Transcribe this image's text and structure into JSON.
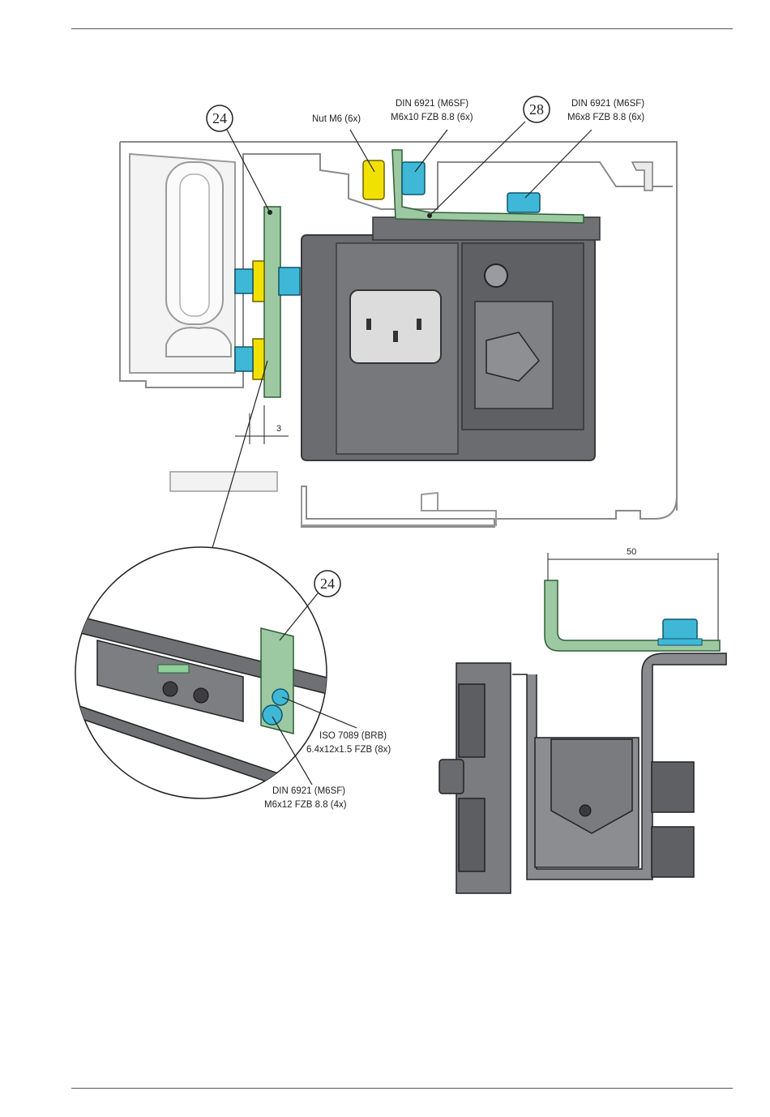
{
  "callouts": {
    "c24_top": "24",
    "c28": "28",
    "c24_detail": "24"
  },
  "labels": {
    "nut_m6": "Nut M6 (6x)",
    "din_m6x10_l1": "DIN 6921 (M6SF)",
    "din_m6x10_l2": "M6x10 FZB 8.8 (6x)",
    "din_m6x8_l1": "DIN 6921 (M6SF)",
    "din_m6x8_l2": "M6x8 FZB 8.8 (6x)",
    "iso_l1": "ISO 7089 (BRB)",
    "iso_l2": "6.4x12x1.5 FZB (8x)",
    "din_m6x12_l1": "DIN 6921 (M6SF)",
    "din_m6x12_l2": "M6x12 FZB 8.8 (4x)"
  },
  "dimensions": {
    "gap": "3",
    "width": "50"
  },
  "colors": {
    "bracket_green": "#9cc9a2",
    "bolt_cyan": "#3fb8d8",
    "nut_yellow": "#f2e100",
    "body_gray": "#6b6c70",
    "profile_gray": "#e6e6e6"
  }
}
